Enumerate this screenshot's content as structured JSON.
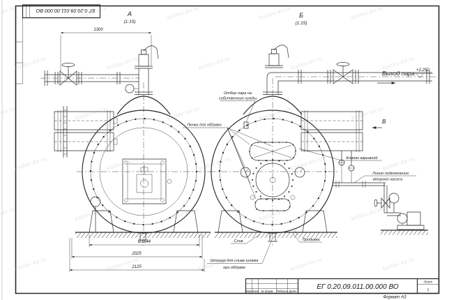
{
  "drawing": {
    "designation": "ЕГ 0.20.09.011.00.000  ВО",
    "stamp_designation": "ЕГ 0.20.09.011.00.000  ВО",
    "format_label": "Формат А3",
    "sheet_label": "Лист",
    "sheet_number": "1",
    "title_fields": {
      "izm": "Изм.",
      "list": "Лист",
      "doc": "№ докум.",
      "sign": "Подпись",
      "date": "Дата"
    }
  },
  "views": {
    "view_a": {
      "label": "А",
      "scale": "(1:15)"
    },
    "view_b": {
      "label": "Б",
      "scale": "(1:15)"
    },
    "view_v": {
      "label": "В"
    }
  },
  "callouts": {
    "steam_outlet": "Выход пара",
    "elevation_mark": "+2,250",
    "steam_tap_line1": "Отбор пара на",
    "steam_tap_line2": "собственные нужды",
    "blowoff_hatches": "Лючки для обдувки",
    "explosion_valve": "Клапан взрывной",
    "second_pump_line1": "Линия подключения",
    "second_pump_line2": "второго насоса",
    "drain": "Слив",
    "blowdown": "Продувка",
    "sludge_fitting_line1": "Штуцер для слива шлама",
    "sludge_fitting_line2": "при обдувке"
  },
  "dimensions": {
    "top_width": "1300",
    "front_diameter": "Ø1644",
    "support_span": "2025",
    "overall_width": "2125"
  },
  "watermark": {
    "text": "kotlov-kv.ru"
  }
}
